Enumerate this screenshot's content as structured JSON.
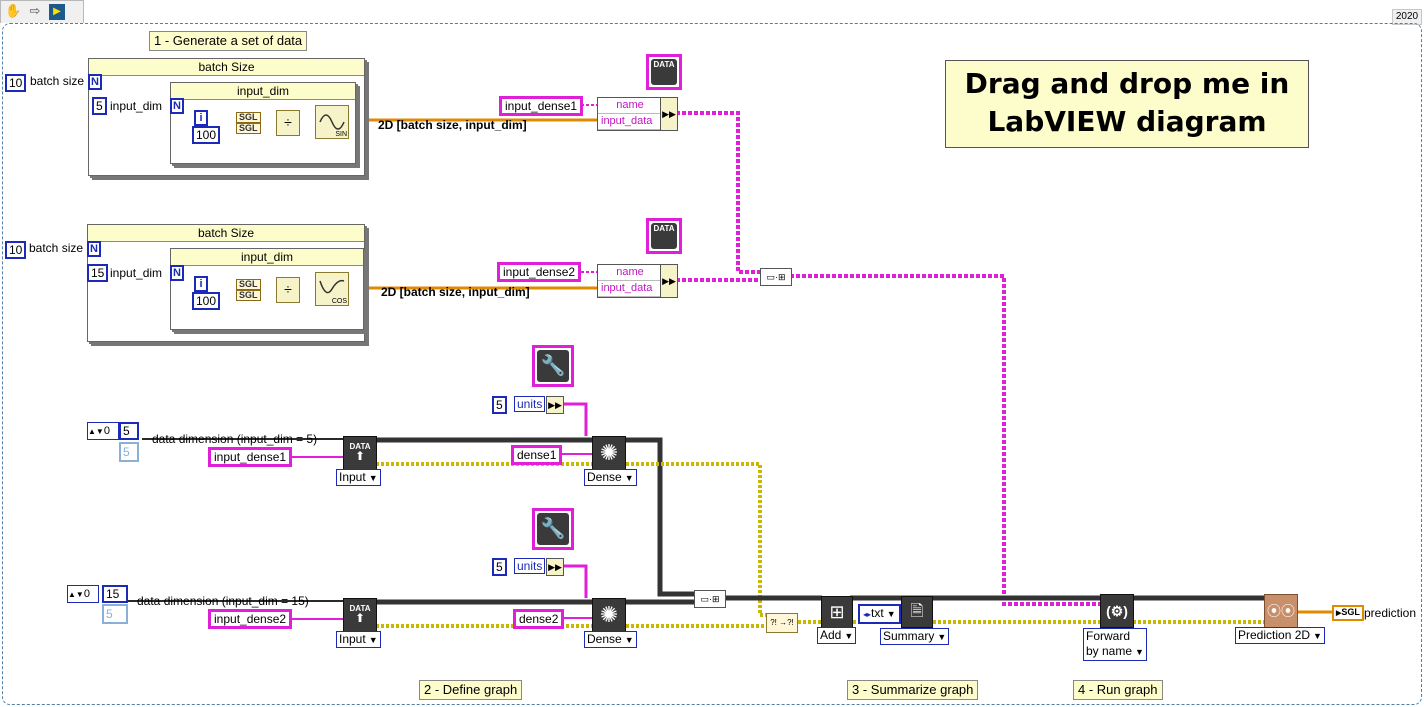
{
  "app": {
    "version": "2020"
  },
  "toolbar": {
    "tools": [
      "hand-icon",
      "arrow-right-icon",
      "labview-run-icon"
    ]
  },
  "banner": {
    "line1": "Drag and drop me in",
    "line2": "LabVIEW diagram"
  },
  "comments": {
    "generate": "1 - Generate  a set of data",
    "define": "2 - Define graph",
    "summarize": "3 - Summarize graph",
    "run": "4 - Run graph"
  },
  "gen1": {
    "batch_value": "10",
    "batch_label": "batch size",
    "outer_loop": "batch Size",
    "dim_value": "5",
    "dim_label": "input_dim",
    "inner_loop": "input_dim",
    "divisor": "100",
    "fn": "SIN",
    "output_label": "2D [batch size, input_dim]",
    "name_const": "input_dense1",
    "bundle_rows": [
      "name",
      "input_data"
    ]
  },
  "gen2": {
    "batch_value": "10",
    "batch_label": "batch size",
    "outer_loop": "batch Size",
    "dim_value": "15",
    "dim_label": "input_dim",
    "inner_loop": "input_dim",
    "divisor": "100",
    "fn": "COS",
    "output_label": "2D [batch size, input_dim]",
    "name_const": "input_dense2",
    "bundle_rows": [
      "name",
      "input_data"
    ]
  },
  "graph1": {
    "array_index": "0",
    "array_value": "5",
    "array_next": "5",
    "dim_label": "data dimension (input_dim = 5)",
    "input_name": "input_dense1",
    "input_vi": "Input",
    "units_value": "5",
    "units_label": "units",
    "dense_name": "dense1",
    "dense_vi": "Dense"
  },
  "graph2": {
    "array_index": "0",
    "array_value": "15",
    "array_next": "5",
    "dim_label": "data dimension (input_dim = 15)",
    "input_name": "input_dense2",
    "input_vi": "Input",
    "units_value": "5",
    "units_label": "units",
    "dense_name": "dense2",
    "dense_vi": "Dense"
  },
  "pipeline": {
    "add_vi": "Add",
    "format_value": "txt",
    "summary_vi": "Summary",
    "forward_line1": "Forward",
    "forward_line2": "by name",
    "prediction_vi": "Prediction 2D",
    "indicator_type": "SGL",
    "indicator_label": "prediction"
  },
  "icons": {
    "data_text": "DATA"
  },
  "colors": {
    "wire_string": "#e020d8",
    "wire_numeric": "#e08a00",
    "wire_class": "#333333",
    "wire_error": "#c8b800",
    "const_blue": "#1b2bb8"
  }
}
